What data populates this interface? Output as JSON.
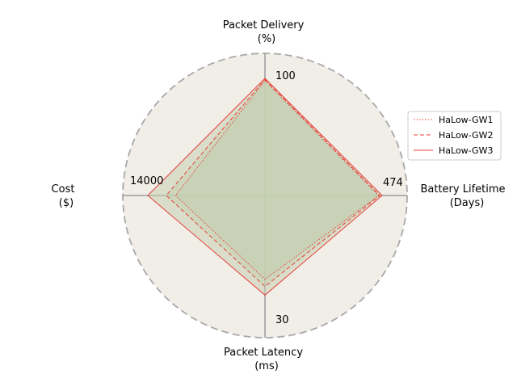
{
  "chart_data": {
    "type": "radar",
    "axes": [
      {
        "label_line1": "Packet Delivery",
        "label_line2": "(%)",
        "max_value": 100,
        "max_label": "100"
      },
      {
        "label_line1": "Battery Lifetime",
        "label_line2": "(Days)",
        "max_value": 474,
        "max_label": "474"
      },
      {
        "label_line1": "Packet Latency",
        "label_line2": "(ms)",
        "max_value": 30,
        "max_label": "30"
      },
      {
        "label_line1": "Cost",
        "label_line2": "($)",
        "max_value": 14000,
        "max_label": "14000"
      }
    ],
    "series": [
      {
        "name": "HaLow-GW1",
        "style": "dotted",
        "values": [
          98,
          460,
          21.5,
          10700
        ]
      },
      {
        "name": "HaLow-GW2",
        "style": "dashed",
        "values": [
          99,
          465,
          23.3,
          11800
        ]
      },
      {
        "name": "HaLow-GW3",
        "style": "solid",
        "values": [
          100,
          474,
          25.5,
          14000
        ]
      }
    ],
    "legend_position": "right",
    "colors": {
      "series_line": "#e8403a",
      "fill": "#c4cfb0",
      "background": "#f1eee8",
      "axis": "#b0b0b0",
      "boundary": "#a8a8a8"
    }
  }
}
